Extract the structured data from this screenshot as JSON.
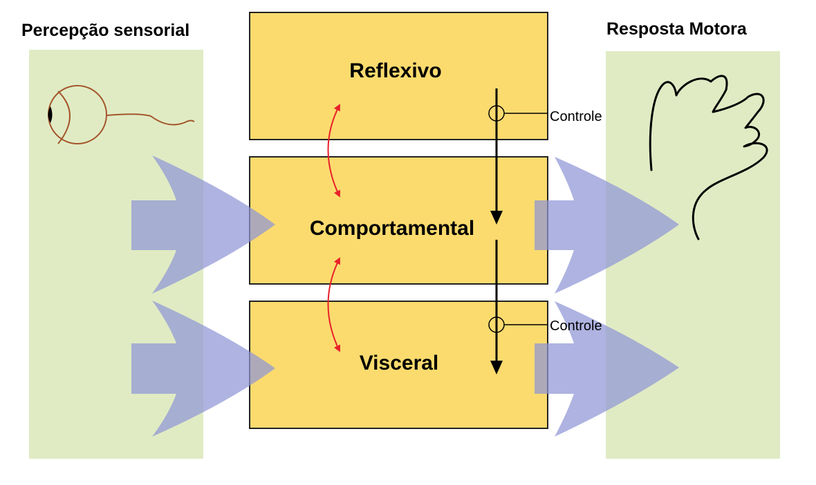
{
  "headings": {
    "perception": "Percepção sensorial",
    "motor": "Resposta Motora"
  },
  "layers": {
    "reflexive": "Reflexivo",
    "behavioral": "Comportamental",
    "visceral": "Visceral"
  },
  "controls": {
    "upper": "Controle",
    "lower": "Controle"
  },
  "icons": {
    "perception": "eye-icon",
    "motor": "hand-icon"
  },
  "colors": {
    "panel_green": "#e0ebc4",
    "box_yellow": "#fbdb6e",
    "arrow_blue": "#8f95d6",
    "interaction_red": "#e8202a",
    "eye_brown": "#a3552b"
  }
}
